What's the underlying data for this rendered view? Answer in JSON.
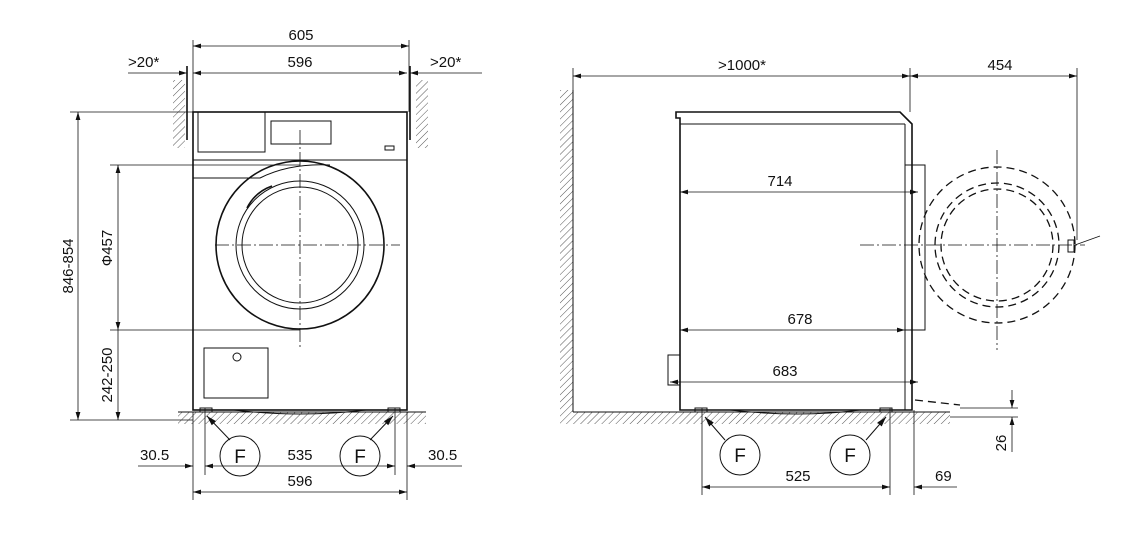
{
  "front_view": {
    "overall_width_top": "605",
    "body_width_top": "596",
    "side_clearance_left": ">20*",
    "side_clearance_right": ">20*",
    "height": "846-854",
    "door_diameter": "Ф457",
    "door_height_from_floor": "242-250",
    "foot_label_left": "F",
    "foot_label_right": "F",
    "foot_offset_left": "30.5",
    "foot_spacing": "535",
    "foot_offset_right": "30.5",
    "body_width_bottom": "596"
  },
  "side_view": {
    "wall_clearance": ">1000*",
    "door_swing": "454",
    "depth_with_door": "714",
    "depth_body": "678",
    "depth_overall": "683",
    "foot_label_left": "F",
    "foot_label_right": "F",
    "foot_spacing": "525",
    "front_foot_offset": "69",
    "foot_height": "26"
  }
}
